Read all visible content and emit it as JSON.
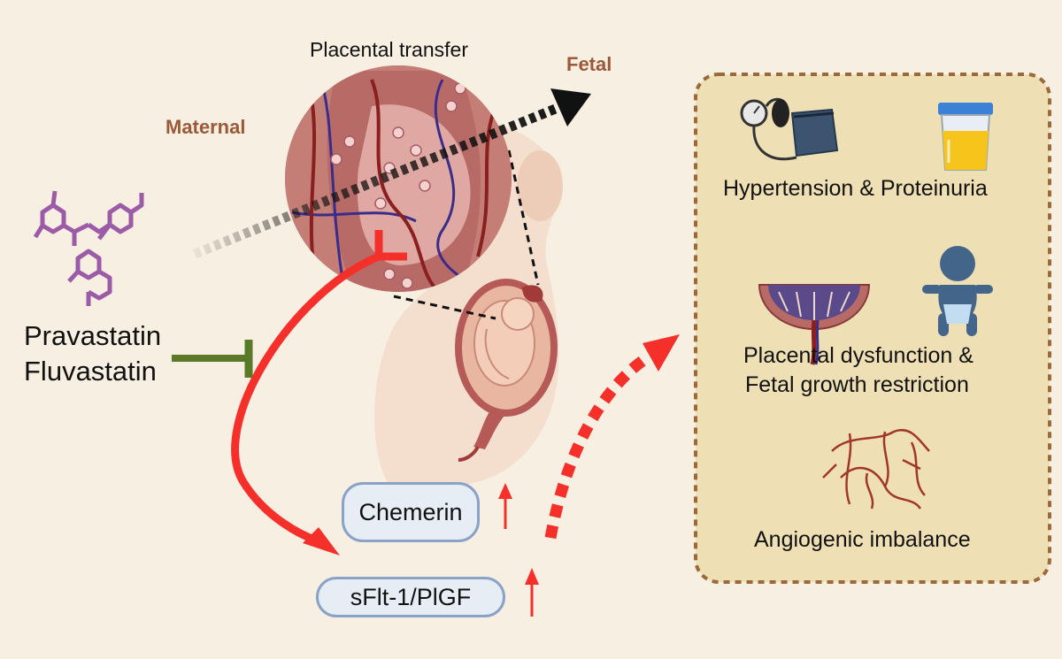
{
  "labels": {
    "placental_transfer": "Placental transfer",
    "fetal": "Fetal",
    "maternal": "Maternal",
    "drug_1": "Pravastatin",
    "drug_2": "Fluvastatin",
    "marker_1": "Chemerin",
    "marker_2": "sFlt-1/PlGF"
  },
  "outcomes": {
    "hypertension": "Hypertension & Proteinuria",
    "placental_line_1": "Placental dysfunction &",
    "placental_line_2": "Fetal growth restriction",
    "angiogenic": "Angiogenic imbalance"
  },
  "colors": {
    "background": "#f6efe2",
    "panel": "#efdfb4",
    "panel_border": "#9a6a3a",
    "label_brown": "#9a5a3a",
    "arrow_red": "#f5302b",
    "inhibit_green": "#5a7a2a",
    "pill_fill": "#e6edf5",
    "pill_border": "#8aa2c6",
    "molecule": "#9b5ba6"
  }
}
